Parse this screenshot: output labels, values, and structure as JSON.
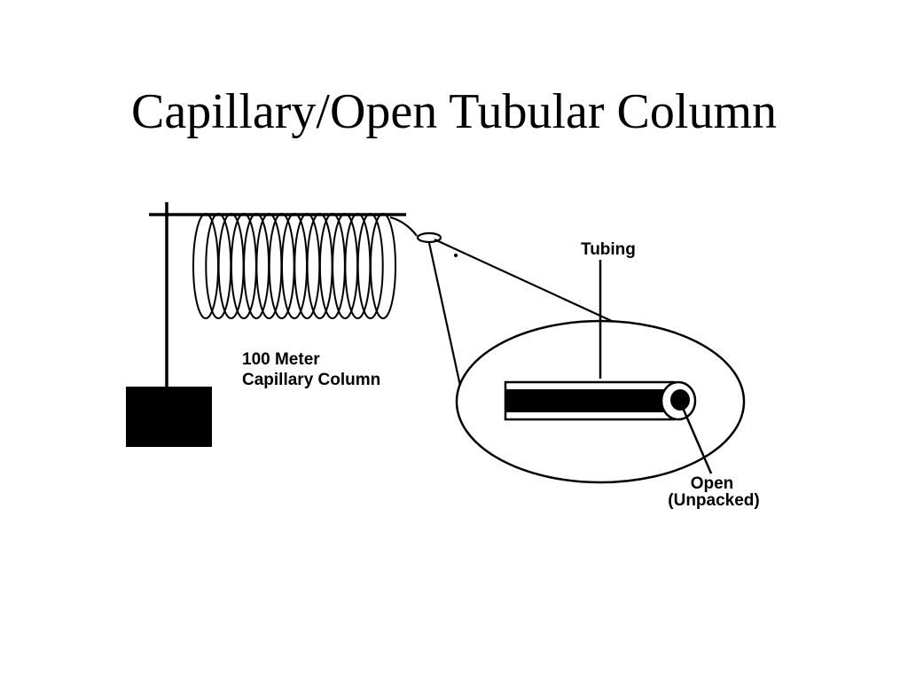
{
  "title": "Capillary/Open Tubular Column",
  "labels": {
    "coil_line1": "100 Meter",
    "coil_line2": "Capillary Column",
    "tubing": "Tubing",
    "open_line1": "Open",
    "open_line2": "(Unpacked)"
  },
  "colors": {
    "ink": "#000000",
    "background": "#ffffff"
  }
}
